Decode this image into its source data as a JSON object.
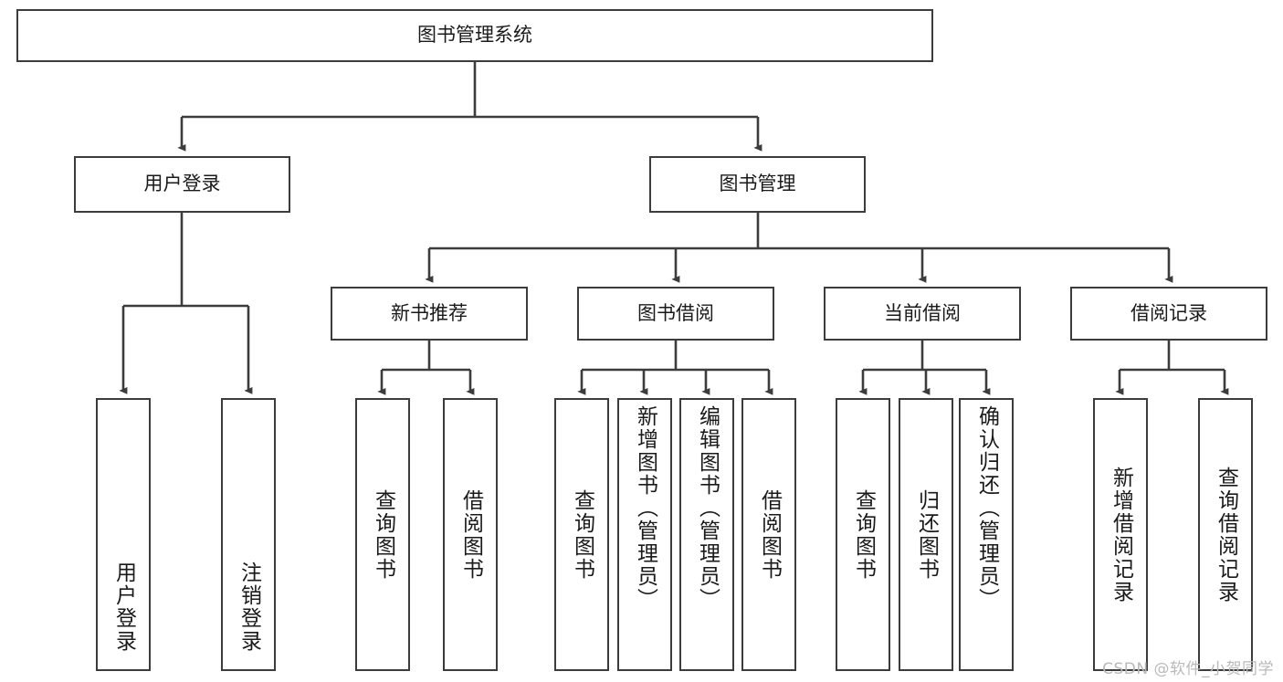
{
  "diagram": {
    "title_node": {
      "label": "图书管理系统"
    },
    "level2": [
      {
        "id": "user-login",
        "label": "用户登录"
      },
      {
        "id": "book-management",
        "label": "图书管理"
      }
    ],
    "level3": [
      {
        "id": "new-book-recommend",
        "label": "新书推荐"
      },
      {
        "id": "book-borrow",
        "label": "图书借阅"
      },
      {
        "id": "current-borrow",
        "label": "当前借阅"
      },
      {
        "id": "borrow-record",
        "label": "借阅记录"
      }
    ],
    "leaves": {
      "user_login": [
        {
          "id": "leaf-user-login",
          "label": "用户登录"
        },
        {
          "id": "leaf-logout",
          "label": "注销登录"
        }
      ],
      "new_book_recommend": [
        {
          "id": "leaf-query-book-1",
          "label": "查询图书"
        },
        {
          "id": "leaf-borrow-book-1",
          "label": "借阅图书"
        }
      ],
      "book_borrow": [
        {
          "id": "leaf-query-book-2",
          "label": "查询图书"
        },
        {
          "id": "leaf-add-book",
          "label": "新增图书（管理员）"
        },
        {
          "id": "leaf-edit-book",
          "label": "编辑图书（管理员）"
        },
        {
          "id": "leaf-borrow-book-2",
          "label": "借阅图书"
        }
      ],
      "current_borrow": [
        {
          "id": "leaf-query-book-3",
          "label": "查询图书"
        },
        {
          "id": "leaf-return-book",
          "label": "归还图书"
        },
        {
          "id": "leaf-confirm-return",
          "label": "确认归还（管理员）"
        }
      ],
      "borrow_record": [
        {
          "id": "leaf-add-record",
          "label": "新增借阅记录"
        },
        {
          "id": "leaf-query-record",
          "label": "查询借阅记录"
        }
      ]
    }
  },
  "watermark": {
    "text": "CSDN @软件_小贺同学"
  },
  "colors": {
    "background": "#ffffff",
    "line": "#3c3c3c",
    "box_border": "#3c3c3c",
    "text": "#1a1a1a",
    "watermark": "#b9b9b9"
  }
}
